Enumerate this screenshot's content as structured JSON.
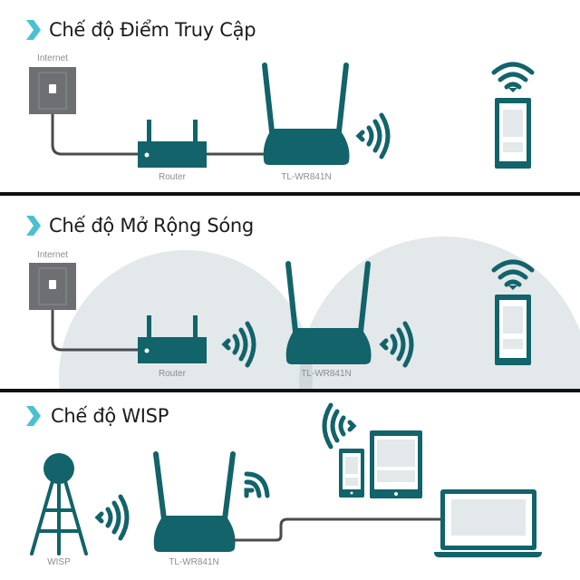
{
  "colors": {
    "teal": "#12636a",
    "accent_chevron": "#4bc1cf",
    "wall_plate": "#6e6f73",
    "cable": "#4a4b4d",
    "coverage_circle": "#e3e8ea",
    "coverage_overlap": "#d1d8db",
    "screen_fill": "#e3e8ea",
    "divider": "#111111"
  },
  "sections": [
    {
      "title": "Chế độ Điểm Truy Cập",
      "labels": {
        "internet": "Internet",
        "router": "Router",
        "device": "TL-WR841N"
      },
      "icons": [
        "chevron-icon",
        "wall-socket-icon",
        "router-icon",
        "wireless-router-icon",
        "wifi-waves-icon",
        "wifi-signal-icon",
        "smartphone-icon"
      ]
    },
    {
      "title": "Chế độ Mở Rộng Sóng",
      "labels": {
        "internet": "Internet",
        "router": "Router",
        "device": "TL-WR841N"
      },
      "icons": [
        "chevron-icon",
        "wall-socket-icon",
        "router-icon",
        "wifi-waves-icon",
        "wireless-router-icon",
        "wifi-waves-icon",
        "wifi-signal-icon",
        "smartphone-icon",
        "coverage-circle"
      ]
    },
    {
      "title": "Chế độ WISP",
      "labels": {
        "wisp": "WISP",
        "device": "TL-WR841N"
      },
      "icons": [
        "chevron-icon",
        "wisp-tower-icon",
        "wifi-waves-icon",
        "wireless-router-icon",
        "wifi-waves-icon",
        "wifi-waves-icon",
        "smartphone-icon",
        "tablet-icon",
        "laptop-icon"
      ]
    }
  ]
}
